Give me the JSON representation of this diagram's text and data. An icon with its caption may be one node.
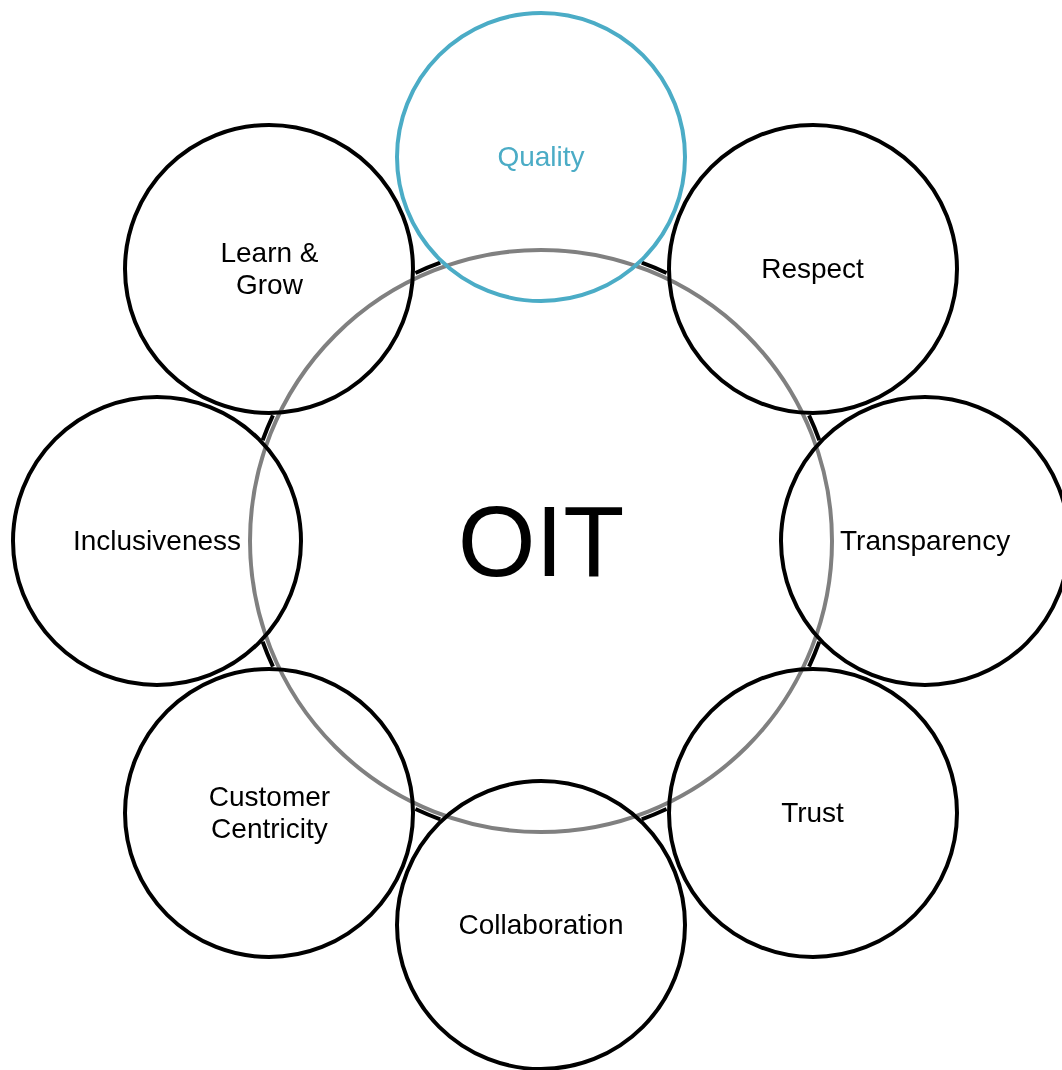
{
  "diagram": {
    "nodes": [
      {
        "text": [
          "OIT"
        ]
      },
      {
        "text": [
          "Quality"
        ]
      },
      {
        "text": [
          "Respect"
        ]
      },
      {
        "text": [
          "Transparency"
        ]
      },
      {
        "text": [
          "Trust"
        ]
      },
      {
        "text": [
          "Collaboration"
        ]
      },
      {
        "text": [
          "Customer Centricity"
        ]
      },
      {
        "text": [
          "Inclusiveness"
        ]
      },
      {
        "text": [
          "Learn & Grow"
        ]
      }
    ],
    "edges": [
      {
        "from": 1,
        "to": 2,
        "arrow": "none"
      },
      {
        "from": 2,
        "to": 3,
        "arrow": "none"
      },
      {
        "from": 3,
        "to": 4,
        "arrow": "none"
      },
      {
        "from": 4,
        "to": 5,
        "arrow": "none"
      },
      {
        "from": 5,
        "to": 6,
        "arrow": "none"
      },
      {
        "from": 6,
        "to": 7,
        "arrow": "none"
      },
      {
        "from": 7,
        "to": 8,
        "arrow": "none"
      },
      {
        "from": 8,
        "to": 1,
        "arrow": "none"
      }
    ]
  }
}
